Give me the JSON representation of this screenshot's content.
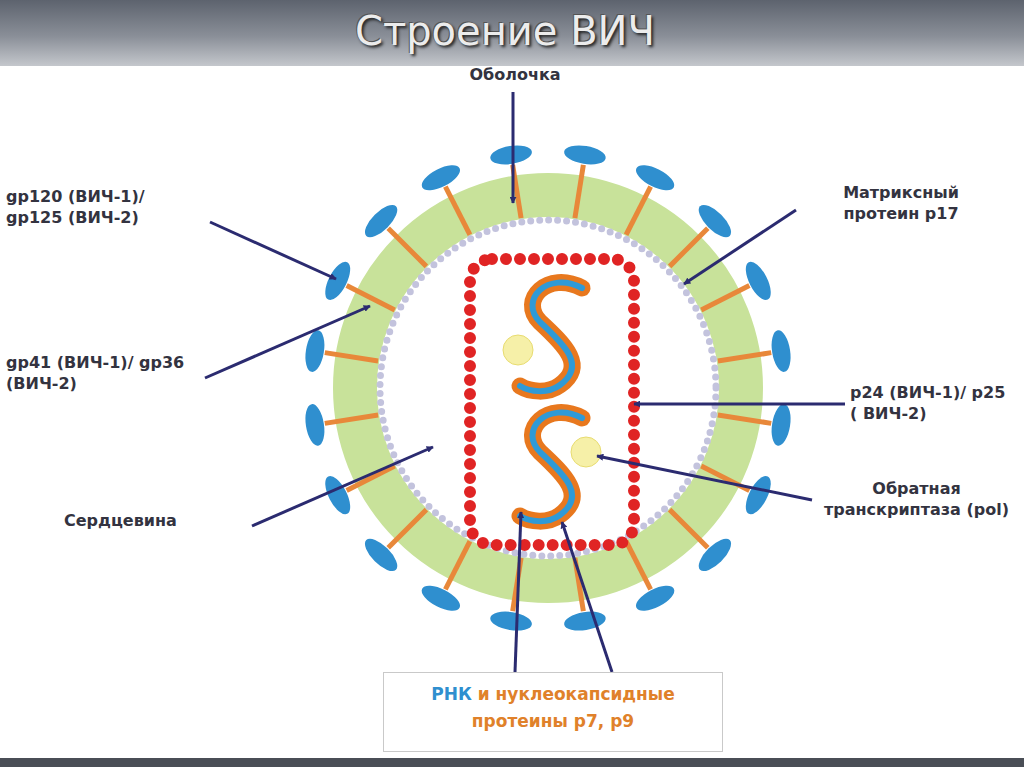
{
  "diagram": {
    "title": "Строение ВИЧ",
    "nodes": [
      {
        "text": [
          "РНК",
          "и нуклеокапсидные протеины p7, p9"
        ]
      }
    ],
    "labels": [
      "Оболочка",
      "gp120 (ВИЧ-1)/ gp125 (ВИЧ-2)",
      "Матриксный протеин p17",
      "gp41 (ВИЧ-1)/ gp36 (ВИЧ-2)",
      "p24 (ВИЧ-1)/ p25 ( ВИЧ-2)",
      "Сердцевина",
      "Обратная транскриптаза (pol)"
    ]
  }
}
